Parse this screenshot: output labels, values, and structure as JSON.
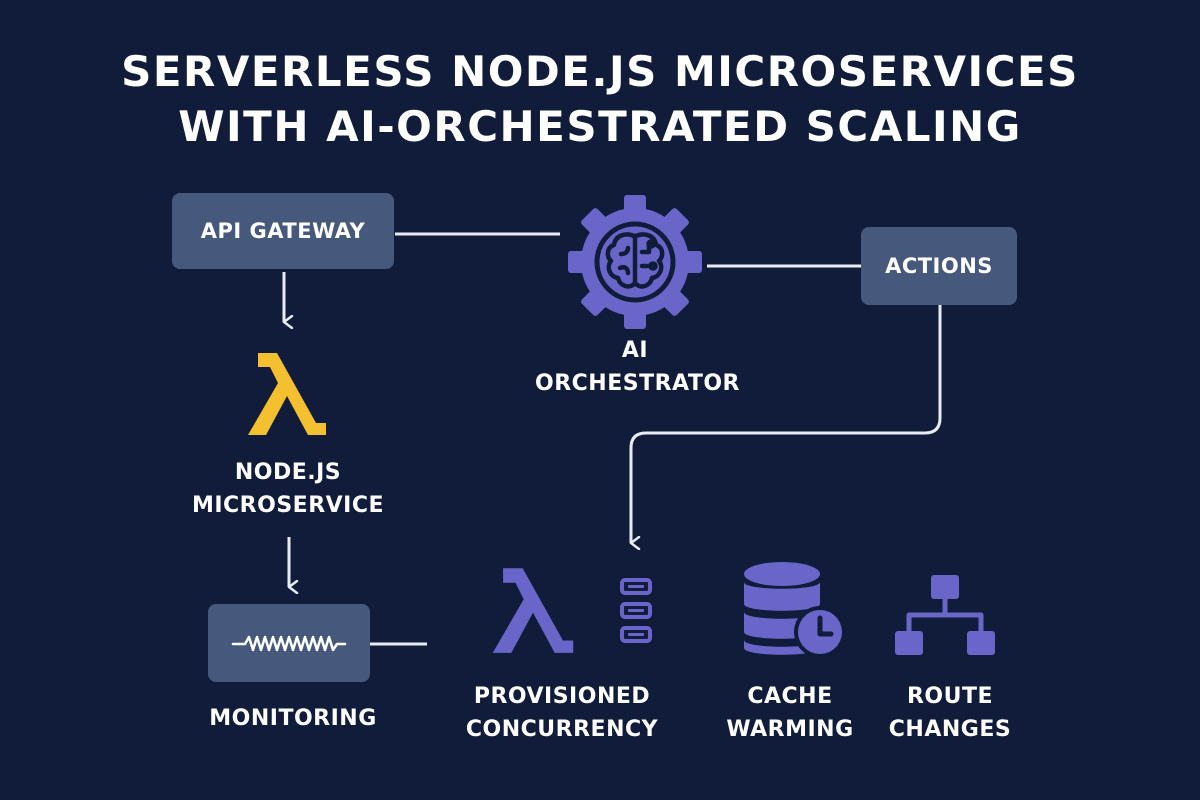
{
  "title": {
    "line1": "SERVERLESS NODE.JS MICROSERVICES",
    "line2": "WITH AI-ORCHESTRATED SCALING"
  },
  "nodes": {
    "api_gateway": "API GATEWAY",
    "actions": "ACTIONS",
    "ai_orchestrator": [
      "AI",
      "ORCHESTRATOR"
    ],
    "nodejs_microservice": [
      "NODE.JS",
      "MICROSERVICE"
    ],
    "monitoring": "MONITORING",
    "provisioned_concurrency": [
      "PROVISIONED",
      "CONCURRENCY"
    ],
    "cache_warming": [
      "CACHE",
      "WARMING"
    ],
    "route_changes": [
      "ROUTE",
      "CHANGES"
    ]
  },
  "icons": {
    "orchestrator": "gear-brain-icon",
    "lambda_yellow": "lambda-icon",
    "monitoring": "waveform-icon",
    "lambda_purple": "lambda-icon",
    "instances": "stacked-servers-icon",
    "cache": "database-clock-icon",
    "routes": "network-tree-icon"
  },
  "colors": {
    "background": "#101c3a",
    "box": "#46597c",
    "accent_purple": "#6a66c9",
    "lambda_yellow": "#f5c030",
    "connector": "#e8ebf2"
  }
}
